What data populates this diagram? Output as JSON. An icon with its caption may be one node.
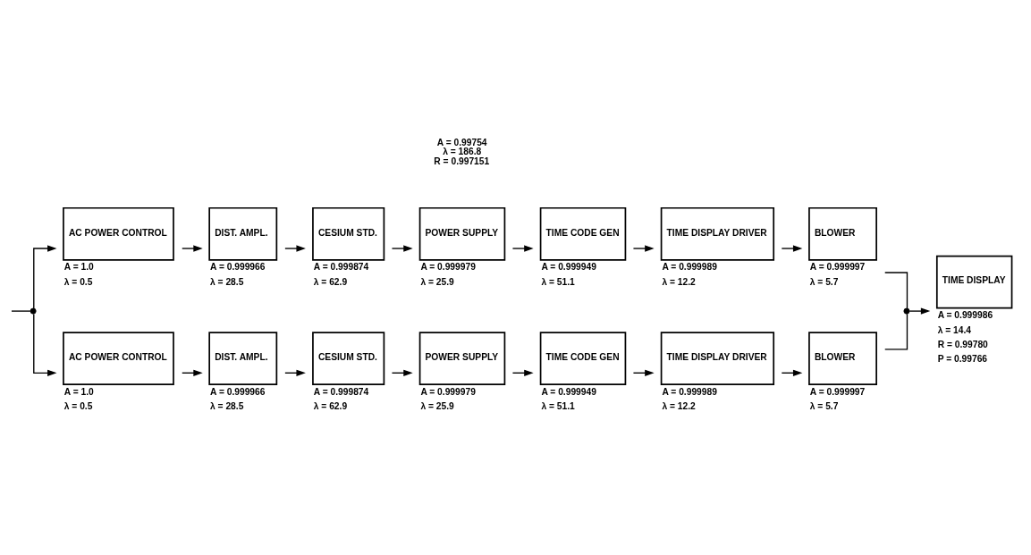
{
  "diagram": {
    "nodes": [
      {
        "text": [],
        "shape": "circle"
      },
      {
        "text": [
          "AC POWER CONTROL"
        ],
        "beside": [
          "A = 1.0",
          "λ = 0.5"
        ]
      },
      {
        "text": [
          "DIST. AMPL."
        ],
        "beside": [
          "A = 0.999966",
          "λ = 28.5"
        ]
      },
      {
        "text": [
          "CESIUM STD."
        ],
        "beside": [
          "A = 0.999874",
          "λ = 62.9"
        ]
      },
      {
        "text": [
          "POWER SUPPLY"
        ],
        "beside": [
          "A = 0.999979",
          "λ = 25.9"
        ]
      },
      {
        "text": [
          "TIME CODE GEN"
        ],
        "beside": [
          "A = 0.999949",
          "λ = 51.1"
        ]
      },
      {
        "text": [
          "TIME DISPLAY DRIVER"
        ],
        "beside": [
          "A = 0.999989",
          "λ = 12.2"
        ]
      },
      {
        "text": [
          "BLOWER"
        ],
        "beside": [
          "A = 0.999997",
          "λ = 5.7"
        ]
      },
      {
        "text": [
          "AC POWER CONTROL"
        ],
        "beside": [
          "A = 1.0",
          "λ = 0.5"
        ]
      },
      {
        "text": [
          "DIST. AMPL."
        ],
        "beside": [
          "A = 0.999966",
          "λ = 28.5"
        ]
      },
      {
        "text": [
          "CESIUM STD."
        ],
        "beside": [
          "A = 0.999874",
          "λ = 62.9"
        ]
      },
      {
        "text": [
          "POWER SUPPLY"
        ],
        "beside": [
          "A = 0.999979",
          "λ = 25.9"
        ]
      },
      {
        "text": [
          "TIME CODE GEN"
        ],
        "beside": [
          "A = 0.999949",
          "λ = 51.1"
        ]
      },
      {
        "text": [
          "TIME DISPLAY DRIVER"
        ],
        "beside": [
          "A = 0.999989",
          "λ = 12.2"
        ]
      },
      {
        "text": [
          "BLOWER"
        ],
        "beside": [
          "A = 0.999997",
          "λ = 5.7"
        ]
      },
      {
        "text": [],
        "shape": "circle"
      },
      {
        "text": [
          "TIME DISPLAY"
        ],
        "beside": [
          "A = 0.999986",
          "λ = 14.4",
          "R = 0.99780",
          "P = 0.99766"
        ]
      }
    ],
    "edges": [
      {
        "from": null,
        "to": 0,
        "arrow": "none"
      },
      {
        "from": 0,
        "to": 1,
        "arrow": "to"
      },
      {
        "from": 0,
        "to": 8,
        "arrow": "to"
      },
      {
        "from": 1,
        "to": 2,
        "arrow": "to"
      },
      {
        "from": 2,
        "to": 3,
        "arrow": "to"
      },
      {
        "from": 3,
        "to": 4,
        "arrow": "to"
      },
      {
        "from": 4,
        "to": 5,
        "arrow": "to"
      },
      {
        "from": 5,
        "to": 6,
        "arrow": "to"
      },
      {
        "from": 6,
        "to": 7,
        "arrow": "to"
      },
      {
        "from": 8,
        "to": 9,
        "arrow": "to"
      },
      {
        "from": 9,
        "to": 10,
        "arrow": "to"
      },
      {
        "from": 10,
        "to": 11,
        "arrow": "to"
      },
      {
        "from": 11,
        "to": 12,
        "arrow": "to"
      },
      {
        "from": 12,
        "to": 13,
        "arrow": "to"
      },
      {
        "from": 13,
        "to": 14,
        "arrow": "to"
      },
      {
        "from": 7,
        "to": 15,
        "arrow": "none"
      },
      {
        "from": 14,
        "to": 15,
        "arrow": "none"
      },
      {
        "from": 15,
        "to": 16,
        "arrow": "to"
      }
    ],
    "labels": [
      "A = 0.99754",
      "λ = 186.8",
      "R = 0.997151"
    ]
  }
}
